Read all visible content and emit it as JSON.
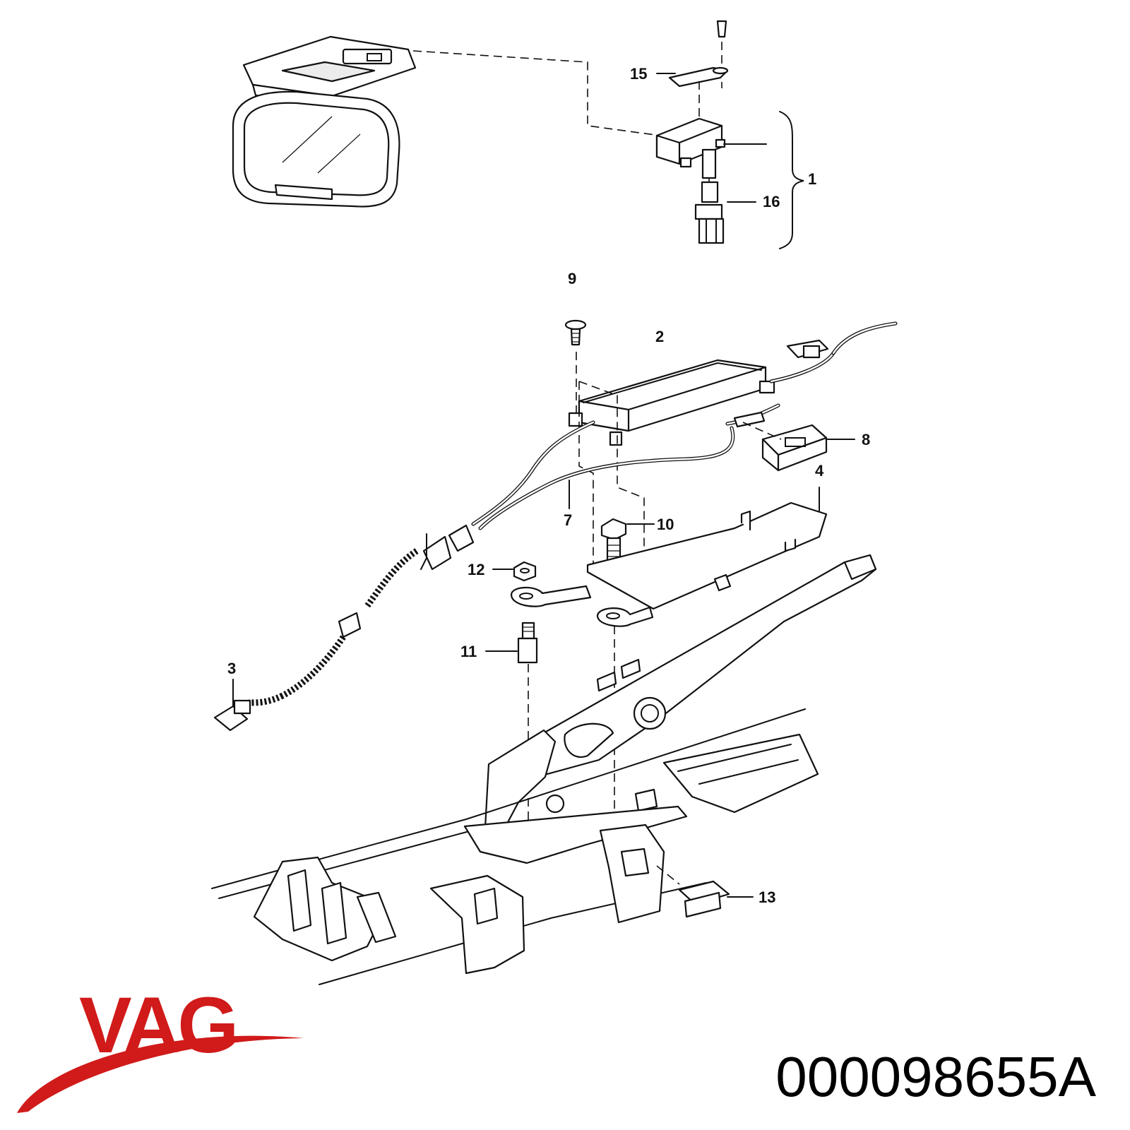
{
  "callouts": {
    "c1": "1",
    "c2": "2",
    "c3": "3",
    "c4": "4",
    "c7": "7",
    "c8": "8",
    "c9": "9",
    "c10": "10",
    "c11": "11",
    "c12": "12",
    "c13": "13",
    "c15": "15",
    "c16": "16"
  },
  "brand": {
    "logo_text": "VAG",
    "logo_color": "#d11a1a"
  },
  "part_number": "000098655A"
}
